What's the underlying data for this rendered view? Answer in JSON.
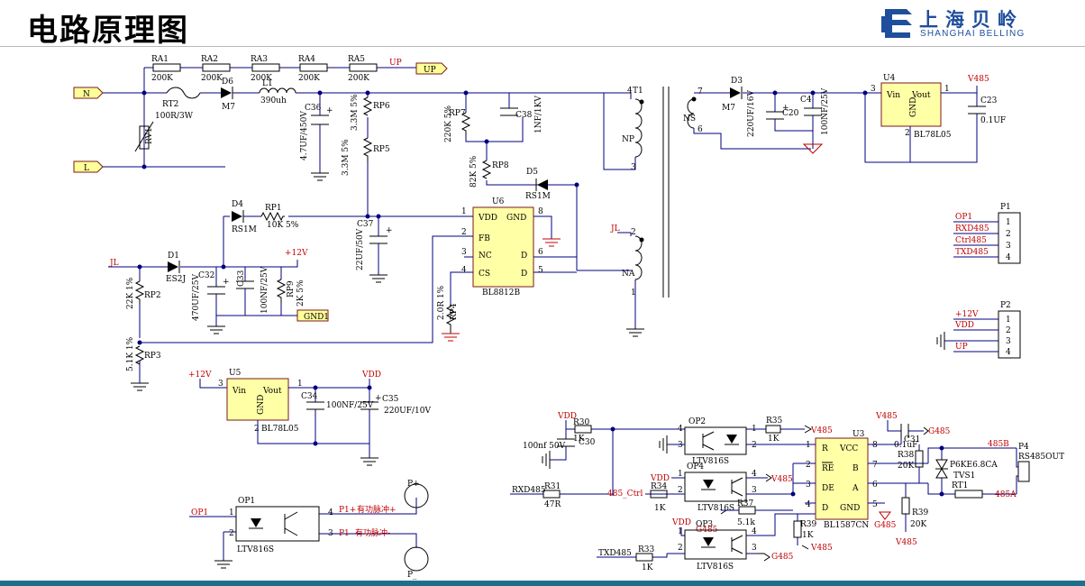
{
  "slide": {
    "title": "电路原理图"
  },
  "logo": {
    "text_cn": "上海贝岭",
    "text_en": "SHANGHAI BELLING",
    "color": "#1f4e9c"
  },
  "nets": {
    "N": "N",
    "L": "L",
    "UP1": "UP",
    "UP2": "UP",
    "V485a": "V485",
    "V485b": "V485",
    "V485c": "V485",
    "V485d": "V485",
    "V485e": "V485",
    "V485f": "V485",
    "JL1": "JL",
    "JL2": "JL",
    "P12a": "+12V",
    "P12b": "+12V",
    "VDDa": "VDD",
    "VDDb": "VDD",
    "VDDc": "VDD",
    "VDDd": "VDD",
    "GND1": "GND1",
    "G485a": "G485",
    "G485b": "G485",
    "G485c": "G485",
    "G485d": "G485",
    "OP1": "OP1",
    "RXD485": "RXD485",
    "TXD485": "TXD485",
    "Ctrl": "485_Ctrl",
    "B485": "485B",
    "A485": "485A",
    "Pplus": "P+",
    "Pminus": "P_"
  },
  "comp": {
    "RA1": "RA1",
    "RA1v": "200K",
    "RA2": "RA2",
    "RA2v": "200K",
    "RA3": "RA3",
    "RA3v": "200K",
    "RA4": "RA4",
    "RA4v": "200K",
    "RA5": "RA5",
    "RA5v": "200K",
    "RT2": "RT2",
    "RT2v": "100R/3W",
    "D6": "D6",
    "D6v": "M7",
    "L1": "L1",
    "L1v": "390uh",
    "RV1": "RV1",
    "C36": "C36",
    "C36v": "4.7UF/450V",
    "RP6": "RP6",
    "RP6v": "3.3M 5%",
    "RP5": "RP5",
    "RP5v": "3.3M 5%",
    "RP7": "RP7",
    "RP7v": "220K 5%",
    "C38": "C38",
    "C38v": "1NF/1KV",
    "RP8": "RP8",
    "RP8v": "82K 5%",
    "D5": "D5",
    "D5v": "RS1M",
    "T1": "T1",
    "NP": "NP",
    "NS": "NS",
    "NA": "NA",
    "D3": "D3",
    "D3v": "M7",
    "C20v": "220UF/16V",
    "C20": "C20",
    "C4": "C4",
    "C4v": "100NF/25V",
    "U4": "U4",
    "U4vin": "Vin",
    "U4vout": "Vout",
    "U4gnd": "GND",
    "U4v": "BL78L05",
    "C23": "C23",
    "C23v": "0.1UF",
    "D4": "D4",
    "D4v": "RS1M",
    "RP1": "RP1",
    "RP1v": "10K 5%",
    "C37": "C37",
    "C37v": "22UF/50V",
    "U6": "U6",
    "U6v": "BL8812B",
    "U6vdd": "VDD",
    "U6gnd": "GND",
    "U6fb": "FB",
    "U6nc": "NC",
    "U6cs": "CS",
    "U6d1": "D",
    "U6d2": "D",
    "D1": "D1",
    "D1v": "ES2J",
    "C32": "C32",
    "C32v": "470UF/25V",
    "C33": "C33",
    "C33v": "100NF/25V",
    "RP9": "RP9",
    "RP9v": "2K 5%",
    "RP2": "RP2",
    "RP2v": "22K 1%",
    "RP3": "RP3",
    "RP3v": "5.1K 1%",
    "RP4": "RP4",
    "RP4v": "2.0R 1%",
    "U5": "U5",
    "U5vin": "Vin",
    "U5vout": "Vout",
    "U5gnd": "GND",
    "U5v": "BL78L05",
    "C34": "C34",
    "C34v": "100NF/25V",
    "C35": "C35",
    "C35v": "220UF/10V",
    "OP1": "OP1",
    "OP1v": "LTV816S",
    "P1plus": "P1+",
    "P1plusDesc": "有功脉冲+",
    "P1minus": "P1",
    "P1minusDesc": "有功脉冲-",
    "R30": "R30",
    "R30v": "1K",
    "C30": "C30",
    "C30v": "100nf 50V",
    "R31": "R31",
    "R31v": "47R",
    "OP2": "OP2",
    "OP2v": "LTV816S",
    "R35": "R35",
    "R35v": "1K",
    "OP4": "OP4",
    "OP4v": "LTV816S",
    "R34": "R34",
    "R34v": "1K",
    "R37": "R37",
    "R37v": "5.1k",
    "OP3": "OP3",
    "OP3v": "LTV816S",
    "R33": "R33",
    "R33v": "1K",
    "R39a": "R39",
    "R39av": "1K",
    "U3": "U3",
    "U3v": "BL1587CN",
    "U3R": "R",
    "U3RE": "RE",
    "U3DE": "DE",
    "U3D": "D",
    "U3VCC": "VCC",
    "U3B": "B",
    "U3A": "A",
    "U3GND": "GND",
    "C31": "C31",
    "C31v": "0.1uF",
    "R38": "R38",
    "R38v": "20K",
    "R39b": "R39",
    "R39bv": "20K",
    "TVS1": "TVS1",
    "TVS1v": "P6KE6.8CA",
    "RT1": "RT1",
    "P4": "P4",
    "P4v": "RS485OUT",
    "P1conn": "P1",
    "P2conn": "P2"
  },
  "p1conn": {
    "signals": [
      "OP1",
      "RXD485",
      "Ctrl485",
      "TXD485"
    ]
  },
  "p2conn": {
    "signals": [
      "+12V",
      "VDD",
      "",
      "UP"
    ]
  }
}
